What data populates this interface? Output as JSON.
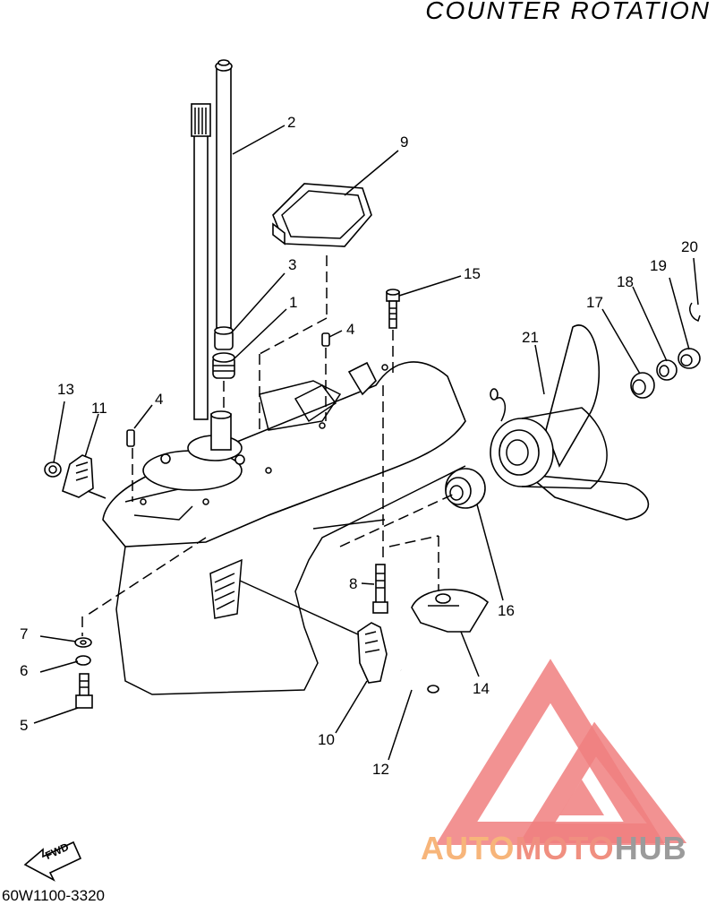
{
  "title": "COUNTER ROTATION",
  "diagram_code": "60W1100-3320",
  "fwd_label": "FWD",
  "watermark": {
    "part1": "AUTO",
    "part2": "MOTO",
    "part3": "HUB"
  },
  "callouts": [
    {
      "id": "c2",
      "label": "2"
    },
    {
      "id": "c9",
      "label": "9"
    },
    {
      "id": "c3",
      "label": "3"
    },
    {
      "id": "c1",
      "label": "1"
    },
    {
      "id": "c4a",
      "label": "4"
    },
    {
      "id": "c4b",
      "label": "4"
    },
    {
      "id": "c15",
      "label": "15"
    },
    {
      "id": "c20",
      "label": "20"
    },
    {
      "id": "c19",
      "label": "19"
    },
    {
      "id": "c18",
      "label": "18"
    },
    {
      "id": "c17",
      "label": "17"
    },
    {
      "id": "c21",
      "label": "21"
    },
    {
      "id": "c13",
      "label": "13"
    },
    {
      "id": "c11",
      "label": "11"
    },
    {
      "id": "c8",
      "label": "8"
    },
    {
      "id": "c16",
      "label": "16"
    },
    {
      "id": "c14",
      "label": "14"
    },
    {
      "id": "c7",
      "label": "7"
    },
    {
      "id": "c6",
      "label": "6"
    },
    {
      "id": "c5",
      "label": "5"
    },
    {
      "id": "c10",
      "label": "10"
    },
    {
      "id": "c12",
      "label": "12"
    }
  ]
}
